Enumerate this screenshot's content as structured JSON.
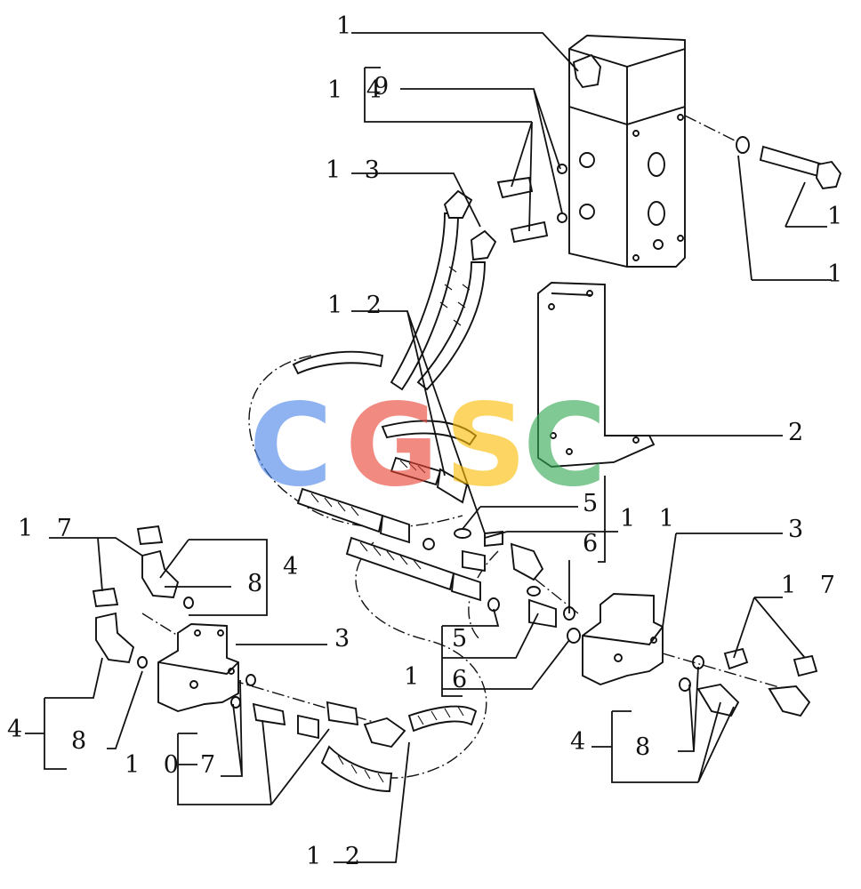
{
  "callouts": {
    "c1_top": "1",
    "c14": "1 4",
    "c9": "9",
    "c13": "1 3",
    "c15_right": "1",
    "c16_right": "1 6",
    "c12_mid": "1 2",
    "c2": "2",
    "c5_mid": "5",
    "c11": "1 1",
    "c3_right": "3",
    "c17_left": "1 7",
    "c4_left_top": "4",
    "c8_left_top": "8",
    "c6_mid": "6",
    "c3_left": "3",
    "c17_right": "1 7",
    "c5_lower": "5",
    "c1_lower": "1",
    "c6_lower": "6",
    "c4_left_bottom": "4",
    "c8_left_bottom": "8",
    "c10": "1 0",
    "c7": "7",
    "c4_right": "4",
    "c8_right": "8",
    "c12_bottom": "1 2"
  },
  "watermark": {
    "letters": [
      "C",
      "G",
      "S",
      "C"
    ],
    "colors": [
      "#4a86e8",
      "#ea4335",
      "#fbbc05",
      "#34a853"
    ]
  }
}
